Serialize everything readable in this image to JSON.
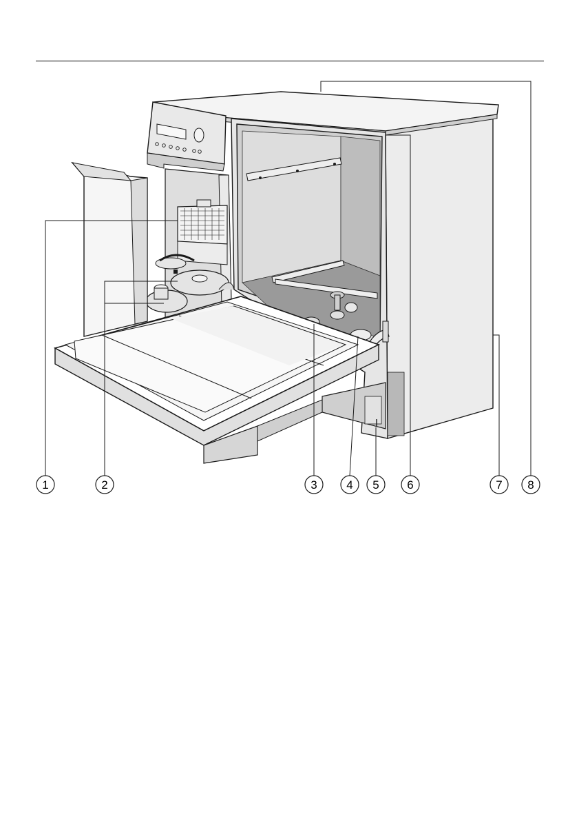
{
  "figure": {
    "subject": "dishwasher-front-view",
    "line_color": "#1a1a1a",
    "fill_light": "#f0f0f0",
    "fill_mid": "#d4d4d4",
    "fill_dark": "#8c8c8c"
  },
  "callouts": [
    {
      "id": "1",
      "label": "1"
    },
    {
      "id": "2",
      "label": "2"
    },
    {
      "id": "3",
      "label": "3"
    },
    {
      "id": "4",
      "label": "4"
    },
    {
      "id": "5",
      "label": "5"
    },
    {
      "id": "6",
      "label": "6"
    },
    {
      "id": "7",
      "label": "7"
    },
    {
      "id": "8",
      "label": "8"
    }
  ]
}
